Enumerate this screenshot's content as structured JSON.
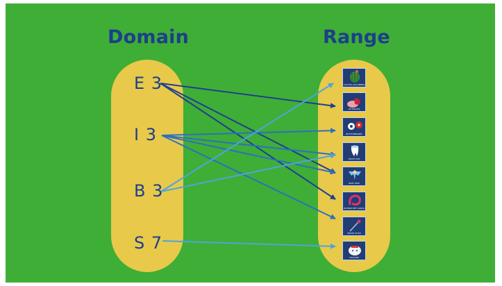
{
  "domain": {
    "title": "Domain",
    "items": [
      {
        "label": "E 3"
      },
      {
        "label": "I 3"
      },
      {
        "label": "B 3"
      },
      {
        "label": "S 7"
      }
    ]
  },
  "range": {
    "title": "Range",
    "items": [
      {
        "icon": "cactus-icon",
        "caption": "CACTUS CUCUMBER"
      },
      {
        "icon": "lip-pillow-icon",
        "caption": "LIP PILLOW"
      },
      {
        "icon": "button-icon",
        "caption": "BUTTONMAKER"
      },
      {
        "icon": "tooth-icon",
        "caption": "TOOTH HAT"
      },
      {
        "icon": "baby-mop-icon",
        "caption": "BABY MOP"
      },
      {
        "icon": "pet-saddle-icon",
        "caption": "DOUBLE PET SADDLE"
      },
      {
        "icon": "selfie-stick-icon",
        "caption": "SELFIE STICK"
      },
      {
        "icon": "toaster-icon",
        "caption": "TOASTER"
      }
    ]
  },
  "colors": {
    "background": "#3fae36",
    "oval": "#e8c94a",
    "title": "#1c3f8a",
    "arrow_dark": "#1f3f8f",
    "arrow_light": "#4ba5e0"
  },
  "mappings": [
    {
      "from": 0,
      "to": 1,
      "color": "dark"
    },
    {
      "from": 0,
      "to": 4,
      "color": "dark"
    },
    {
      "from": 0,
      "to": 5,
      "color": "dark"
    },
    {
      "from": 1,
      "to": 2,
      "color": "medium"
    },
    {
      "from": 1,
      "to": 3,
      "color": "medium"
    },
    {
      "from": 1,
      "to": 4,
      "color": "medium"
    },
    {
      "from": 1,
      "to": 6,
      "color": "medium"
    },
    {
      "from": 2,
      "to": 0,
      "color": "light"
    },
    {
      "from": 2,
      "to": 3,
      "color": "light"
    },
    {
      "from": 3,
      "to": 7,
      "color": "light"
    }
  ]
}
